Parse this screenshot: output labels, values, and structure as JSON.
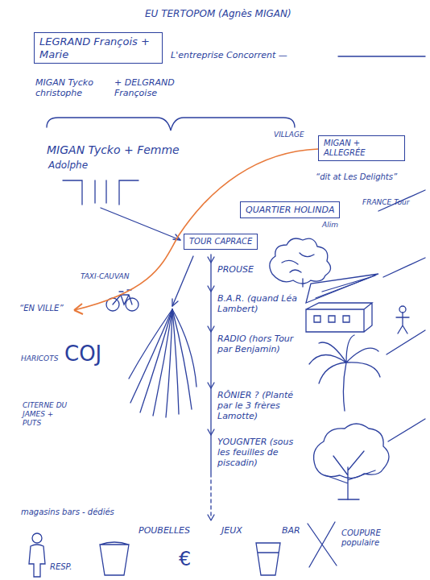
{
  "diagram": {
    "title": "EU TERTOPOM (Agnès MIGAN)",
    "nodes": [
      {
        "text": [
          "LEGRAND François + Marie"
        ]
      },
      {
        "text": [
          "MIGAN + ALLEGRÉE"
        ]
      },
      {
        "text": [
          "QUARTIER HOLINDA"
        ]
      },
      {
        "text": [
          "TOUR CAPRACE"
        ]
      }
    ],
    "labels": [
      "L'entreprise Concorrent —",
      "MIGAN Tycko christophe",
      "+ DELGRAND Françoise",
      "MIGAN Tycko + Femme",
      "Adolphe",
      "VILLAGE",
      "“dit at Les Delights”",
      "Alim",
      "FRANCE Tour",
      "TAXI-CAUVAN",
      "“EN VILLE”",
      "HARICOTS",
      "COJ",
      "CITERNE DU JAMES + PUTS",
      "PROUSE",
      "B.A.R. (quand Léa Lambert)",
      "RADIO (hors Tour par Benjamin)",
      "RÔNIER ? (Planté par le 3 frères Lamotte)",
      "YOUGNTER (sous les feuilles de piscadin)",
      "magasins bars - dédiés",
      "RESP.",
      "POUBELLES",
      "€",
      "JEUX",
      "BAR",
      "COUPURE populaire"
    ]
  }
}
